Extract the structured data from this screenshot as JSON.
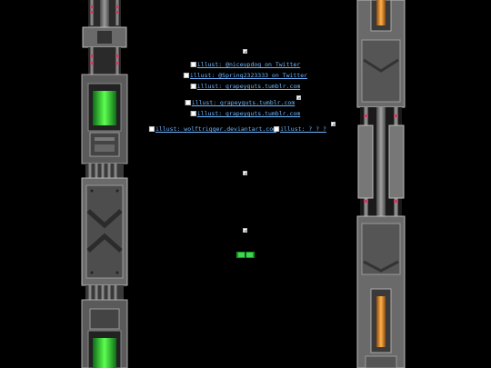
{
  "links": {
    "l1": "illust: @niceupdog on Twitter",
    "l2": "illust: @Spring2323333 on Twitter",
    "l3": "illust: grapeyguts.tumblr.com",
    "l4": "illust: grapeyguts.tumblr.com",
    "l5": "illust: grapeyguts.tumblr.com",
    "l6": "illust: wolftrigger.deviantart.com",
    "l7": "illust: ? ? ?"
  },
  "colors": {
    "background": "#000000",
    "link": "#6fb6ff",
    "pillar_metal": "#8a8a8a",
    "green_glow": "#38d94a",
    "orange_tube": "#f39a2b"
  },
  "icons": {
    "broken_image": "broken-image-icon",
    "green_item": "green-block-icon"
  }
}
